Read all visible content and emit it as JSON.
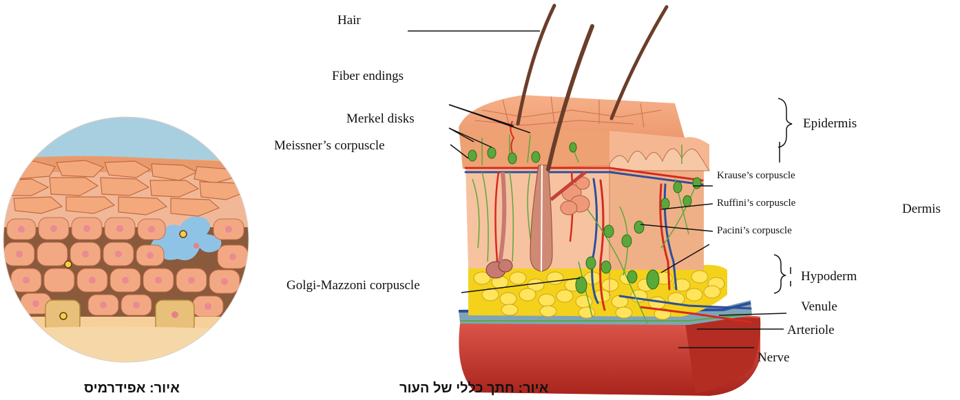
{
  "labels": {
    "hair": "Hair",
    "fiber_endings": "Fiber endings",
    "merkel_disks": "Merkel disks",
    "meissner": "Meissner’s corpuscle",
    "golgi": "Golgi-Mazzoni corpuscle",
    "epidermis": "Epidermis",
    "krause": "Krause’s corpuscle",
    "ruffini": "Ruffini’s corpuscle",
    "pacini": "Pacini’s corpuscle",
    "dermis": "Dermis",
    "hypoderm": "Hypoderm",
    "venule": "Venule",
    "arteriole": "Arteriole",
    "nerve": "Nerve"
  },
  "captions": {
    "epidermis_caption": "איור: אפידרמיס",
    "skin_section_caption": "איור: חתך כללי של העור"
  },
  "colors": {
    "sky": "#a8cfe0",
    "cell": "#f3a97c",
    "nucleus": "#e8808a",
    "fat": "#f4d21c",
    "vein": "#2d4f9a",
    "artery": "#d42a1e",
    "nerve": "#5ba83a",
    "muscle": "#c8403a"
  }
}
